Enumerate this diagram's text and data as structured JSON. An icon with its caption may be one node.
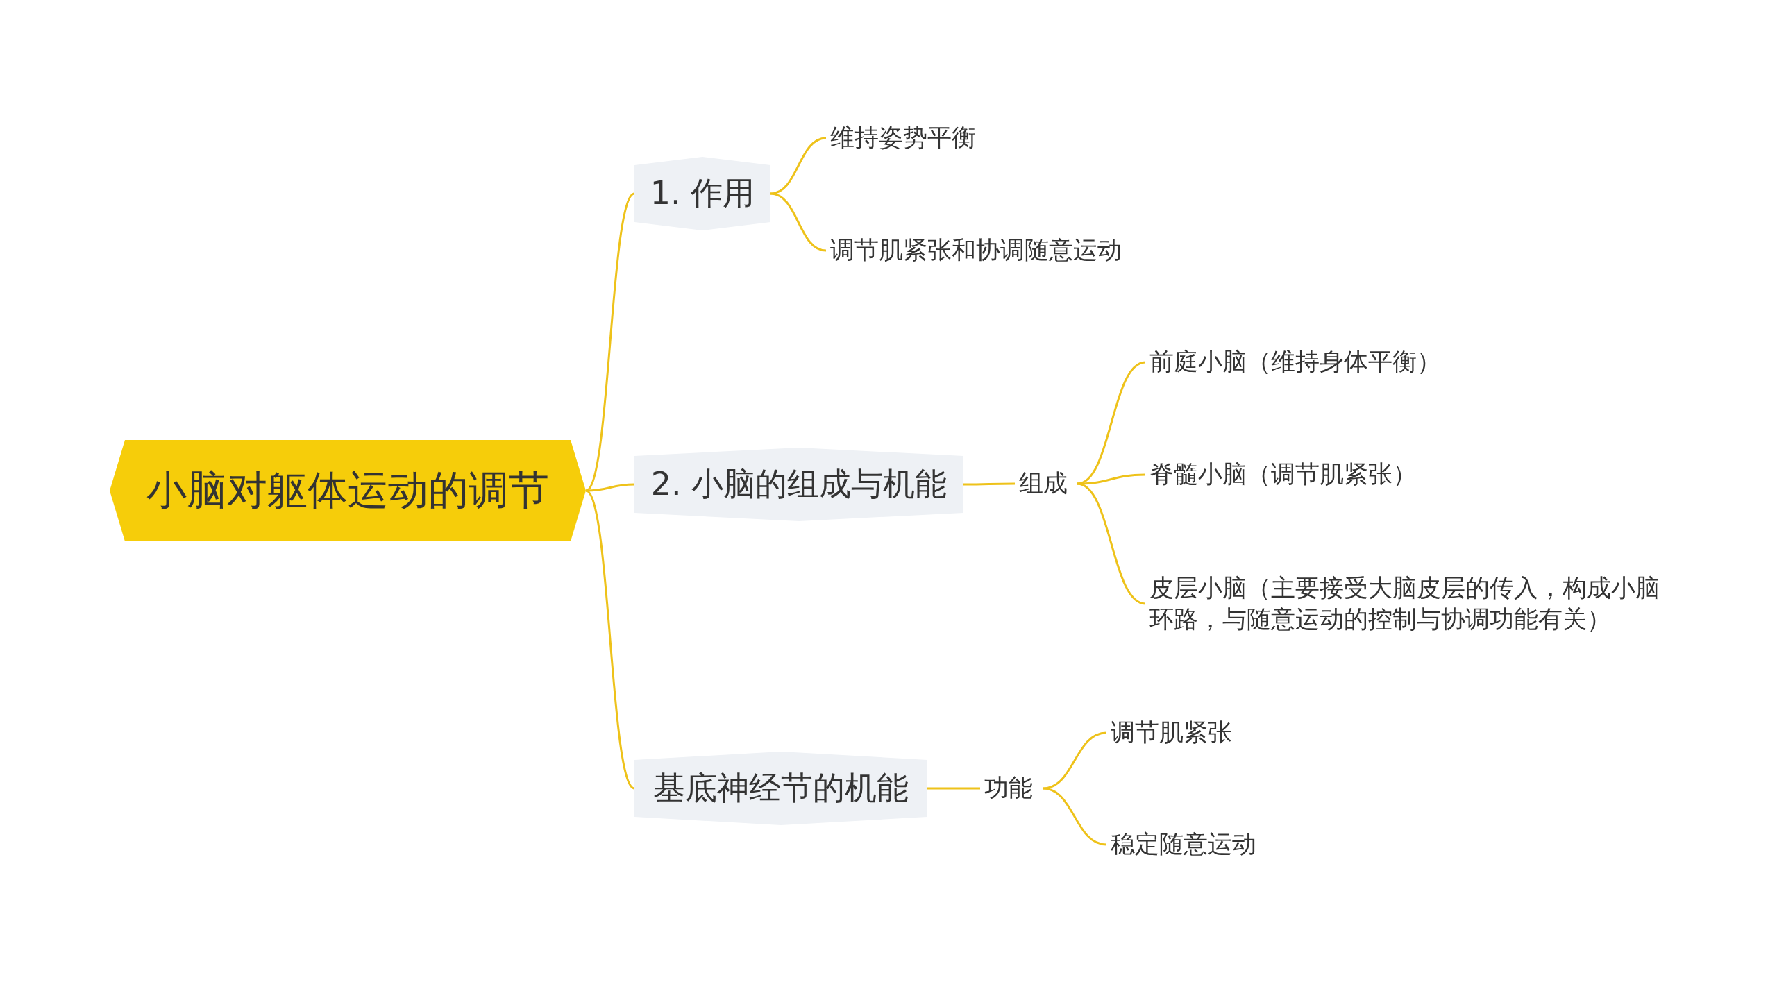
{
  "diagram": {
    "nodes": [
      {
        "text": [
          "小脑对躯体运动的调节"
        ]
      },
      {
        "text": [
          "1. 作用"
        ]
      },
      {
        "text": [
          "维持姿势平衡"
        ]
      },
      {
        "text": [
          "调节肌紧张和协调随意运动"
        ]
      },
      {
        "text": [
          "2. 小脑的组成与机能"
        ]
      },
      {
        "text": [
          "组成"
        ]
      },
      {
        "text": [
          "前庭小脑（维持身体平衡）"
        ]
      },
      {
        "text": [
          "脊髓小脑（调节肌紧张）"
        ]
      },
      {
        "text": [
          "皮层小脑（主要接受大脑皮层的传入，构成小脑环路，与随意运动的控制与协调功能有关）"
        ]
      },
      {
        "text": [
          "基底神经节的机能"
        ]
      },
      {
        "text": [
          "功能"
        ]
      },
      {
        "text": [
          "调节肌紧张"
        ]
      },
      {
        "text": [
          "稳定随意运动"
        ]
      }
    ],
    "edges": [
      {
        "from": 0,
        "to": 1,
        "arrow": "none"
      },
      {
        "from": 1,
        "to": 2,
        "arrow": "none"
      },
      {
        "from": 1,
        "to": 3,
        "arrow": "none"
      },
      {
        "from": 0,
        "to": 4,
        "arrow": "none"
      },
      {
        "from": 4,
        "to": 5,
        "arrow": "none"
      },
      {
        "from": 5,
        "to": 6,
        "arrow": "none"
      },
      {
        "from": 5,
        "to": 7,
        "arrow": "none"
      },
      {
        "from": 5,
        "to": 8,
        "arrow": "none"
      },
      {
        "from": 0,
        "to": 9,
        "arrow": "none"
      },
      {
        "from": 9,
        "to": 10,
        "arrow": "none"
      },
      {
        "from": 10,
        "to": 11,
        "arrow": "none"
      },
      {
        "from": 10,
        "to": 12,
        "arrow": "none"
      }
    ]
  }
}
